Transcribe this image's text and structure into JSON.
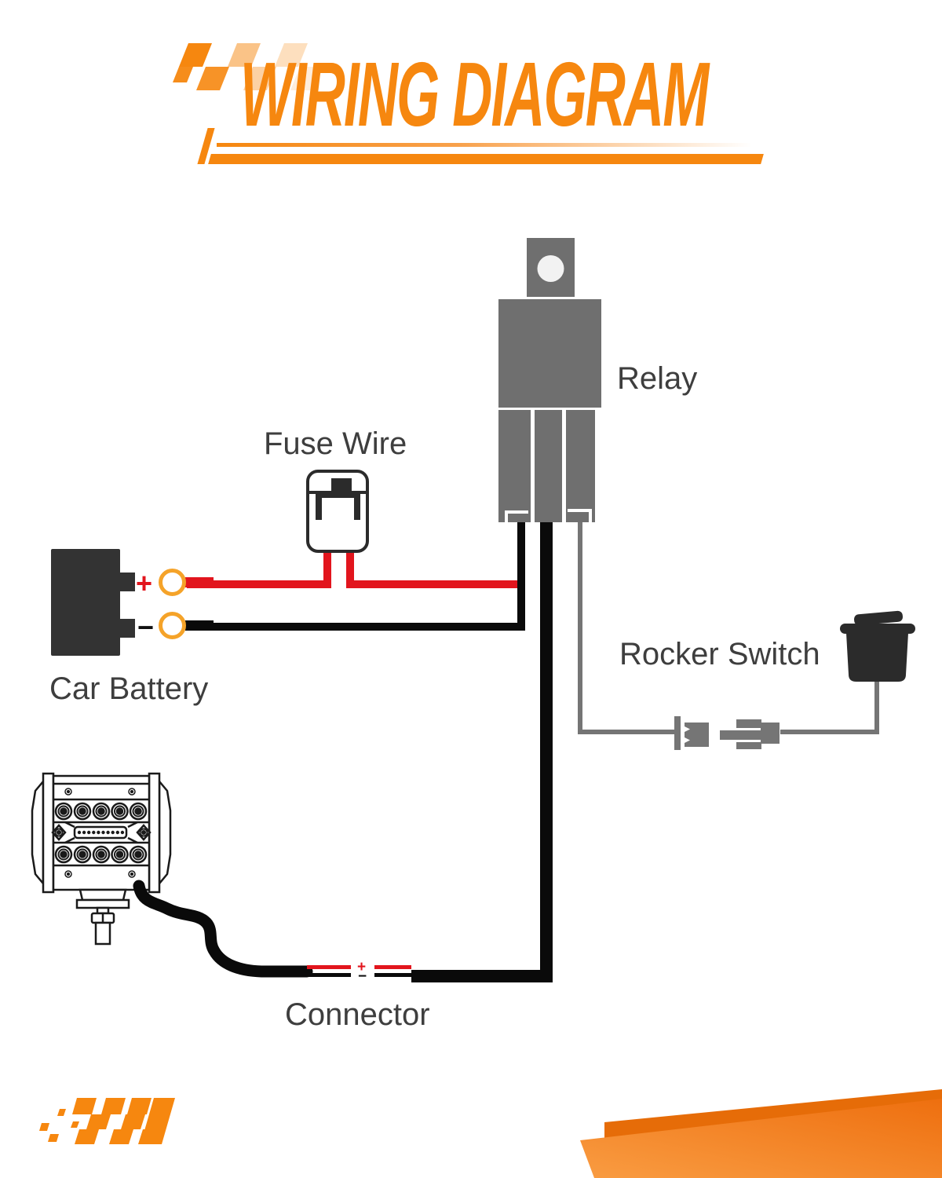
{
  "header": {
    "title": "WIRING DIAGRAM"
  },
  "components": {
    "relay": {
      "label": "Relay"
    },
    "fuse": {
      "label": "Fuse Wire"
    },
    "battery": {
      "label": "Car Battery",
      "positive_mark": "+",
      "negative_mark": "−"
    },
    "rocker_switch": {
      "label": "Rocker Switch"
    },
    "connector": {
      "label": "Connector",
      "positive_mark": "+",
      "negative_mark": "−"
    },
    "light_bar": {
      "name": "led-light-bar"
    }
  },
  "colors": {
    "accent_orange": "#F6870F",
    "wedge_orange_dark": "#E66C08",
    "wire_red": "#E2151D",
    "wire_black": "#0A0A0A",
    "wire_gray": "#757575",
    "relay_gray": "#6F6F6F",
    "component_dark": "#2B2B2B",
    "battery_dark": "#333333",
    "terminal_ring_orange": "#F5A329",
    "label_gray": "#3E3E3E"
  }
}
